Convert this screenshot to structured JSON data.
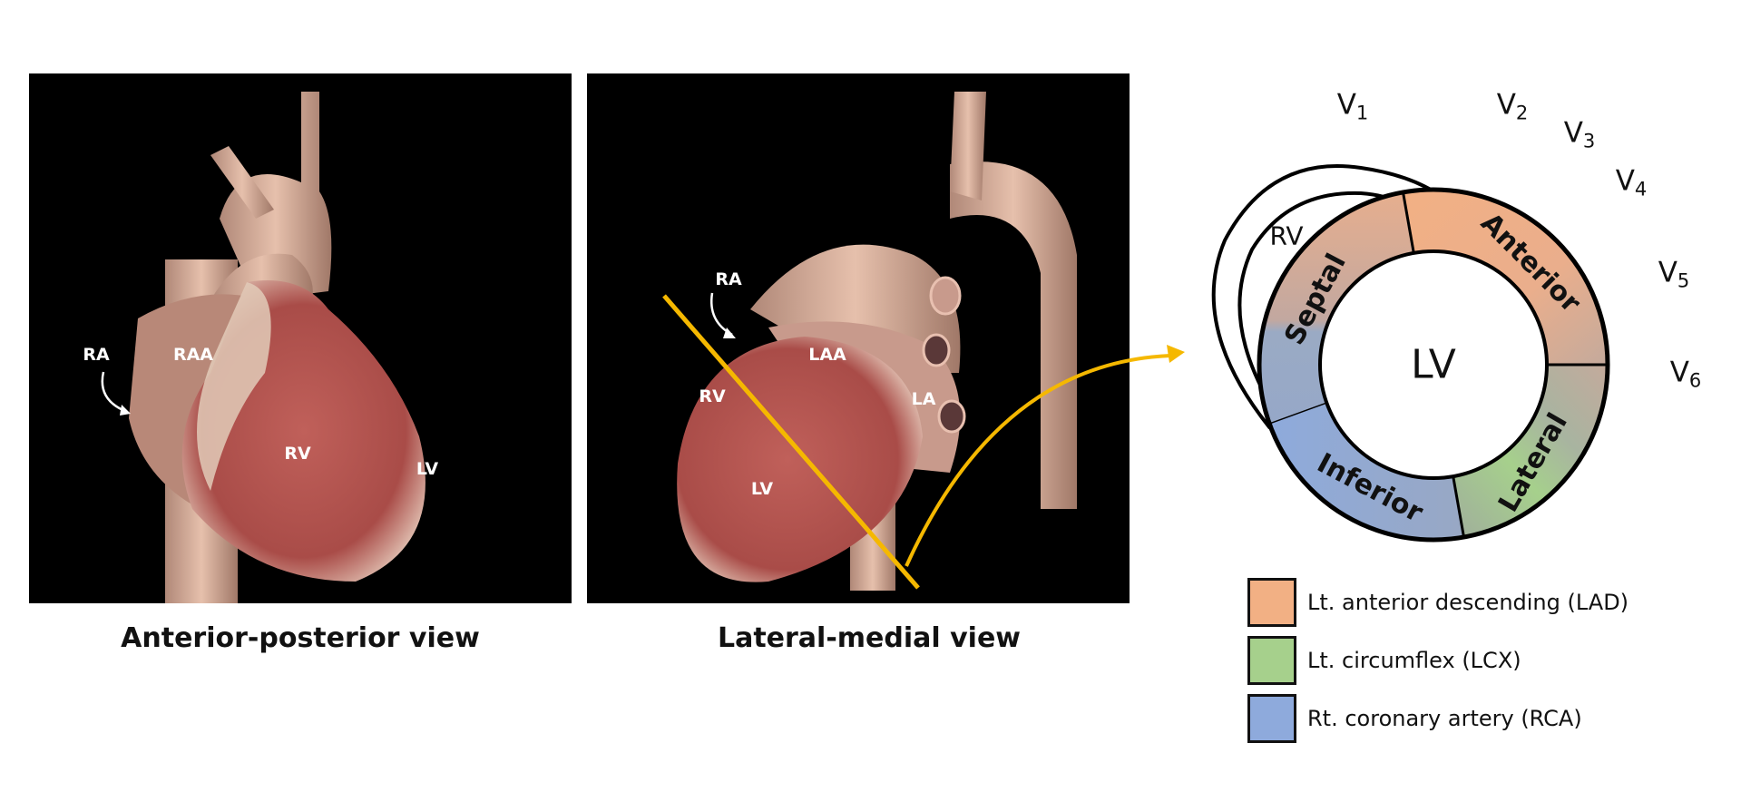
{
  "panels": [
    {
      "caption": "Anterior-posterior view",
      "labels": [
        "RA",
        "RAA",
        "RV",
        "LV"
      ]
    },
    {
      "caption": "Lateral-medial view",
      "labels": [
        "RA",
        "LAA",
        "RV",
        "LA",
        "LV"
      ]
    }
  ],
  "diagram": {
    "center_label": "LV",
    "rv_label": "RV",
    "segments": [
      "Septal",
      "Anterior",
      "Lateral",
      "Inferior"
    ],
    "leads": [
      {
        "base": "V",
        "sub": "1"
      },
      {
        "base": "V",
        "sub": "2"
      },
      {
        "base": "V",
        "sub": "3"
      },
      {
        "base": "V",
        "sub": "4"
      },
      {
        "base": "V",
        "sub": "5"
      },
      {
        "base": "V",
        "sub": "6"
      }
    ],
    "arrow_color": "#f5b800"
  },
  "legend": [
    {
      "label": "Lt. anterior descending (LAD)",
      "color": "#f2b084"
    },
    {
      "label": "Lt. circumflex (LCX)",
      "color": "#a6d08c"
    },
    {
      "label": "Rt. coronary artery (RCA)",
      "color": "#8eaadc"
    }
  ]
}
